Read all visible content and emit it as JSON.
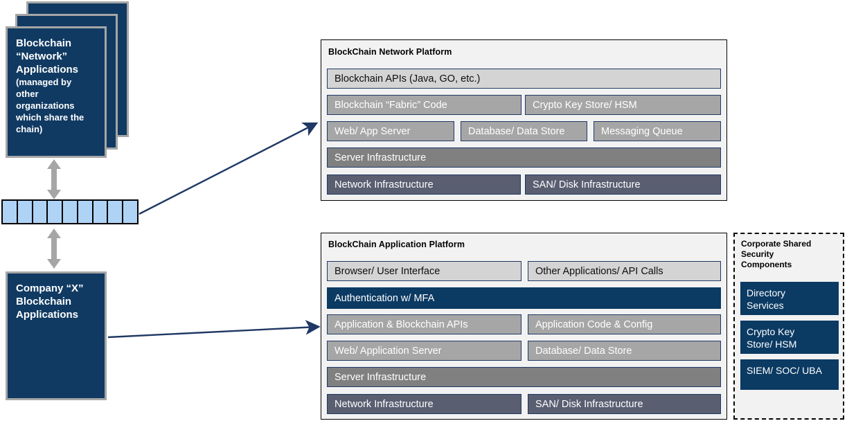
{
  "diagram": {
    "title": "Blockchain platform architecture diagram",
    "colors": {
      "navy": "#0B3A63",
      "dark_navy_box": "#103A62",
      "gray_border": "#A6A6A6",
      "chain_block": "#AFD3F5",
      "panel_bg": "#F2F2F2",
      "tier_light": "#D4D4D4",
      "tier_medium": "#A6A6A6",
      "tier_dark": "#808080",
      "tier_slate": "#595E71",
      "arrow_gray": "#A6A6A6",
      "arrow_navy": "#1F3864"
    }
  },
  "network_applications": {
    "line1": "Blockchain",
    "line2": "“Network”",
    "line3": "Applications",
    "sub": "(managed by other organizations which share the chain)"
  },
  "chain": {
    "block_count": 9,
    "label": "blockchain-ledger-chain"
  },
  "company_applications": {
    "line1": "Company “X”",
    "line2": "Blockchain",
    "line3": "Applications"
  },
  "network_platform": {
    "title": "BlockChain Network Platform",
    "rows": [
      {
        "cells": [
          {
            "label": "Blockchain APIs (Java, GO, etc.)",
            "tone": "t-light"
          }
        ]
      },
      {
        "cells": [
          {
            "label": "Blockchain “Fabric” Code",
            "tone": "t-med"
          },
          {
            "label": "Crypto Key Store/ HSM",
            "tone": "t-med"
          }
        ]
      },
      {
        "cells": [
          {
            "label": "Web/ App Server",
            "tone": "t-med"
          },
          {
            "label": "Database/ Data Store",
            "tone": "t-med"
          },
          {
            "label": "Messaging Queue",
            "tone": "t-med"
          }
        ]
      },
      {
        "cells": [
          {
            "label": "Server Infrastructure",
            "tone": "t-dark"
          }
        ]
      },
      {
        "cells": [
          {
            "label": "Network Infrastructure",
            "tone": "t-slate"
          },
          {
            "label": "SAN/ Disk Infrastructure",
            "tone": "t-slate"
          }
        ]
      }
    ]
  },
  "application_platform": {
    "title": "BlockChain Application Platform",
    "rows": [
      {
        "cells": [
          {
            "label": "Browser/ User Interface",
            "tone": "t-light"
          },
          {
            "label": "Other Applications/ API Calls",
            "tone": "t-light"
          }
        ]
      },
      {
        "cells": [
          {
            "label": "Authentication w/ MFA",
            "tone": "t-navy"
          }
        ]
      },
      {
        "cells": [
          {
            "label": "Application & Blockchain APIs",
            "tone": "t-med"
          },
          {
            "label": "Application Code & Config",
            "tone": "t-med"
          }
        ]
      },
      {
        "cells": [
          {
            "label": "Web/ Application Server",
            "tone": "t-med"
          },
          {
            "label": "Database/ Data Store",
            "tone": "t-med"
          }
        ]
      },
      {
        "cells": [
          {
            "label": "Server Infrastructure",
            "tone": "t-dark"
          }
        ]
      },
      {
        "cells": [
          {
            "label": "Network Infrastructure",
            "tone": "t-slate"
          },
          {
            "label": "SAN/ Disk Infrastructure",
            "tone": "t-slate"
          }
        ]
      }
    ]
  },
  "shared_security": {
    "title": "Corporate Shared Security Components",
    "items": [
      "Directory\nServices",
      "Crypto Key\nStore/ HSM",
      "SIEM/ SOC/ UBA"
    ]
  }
}
